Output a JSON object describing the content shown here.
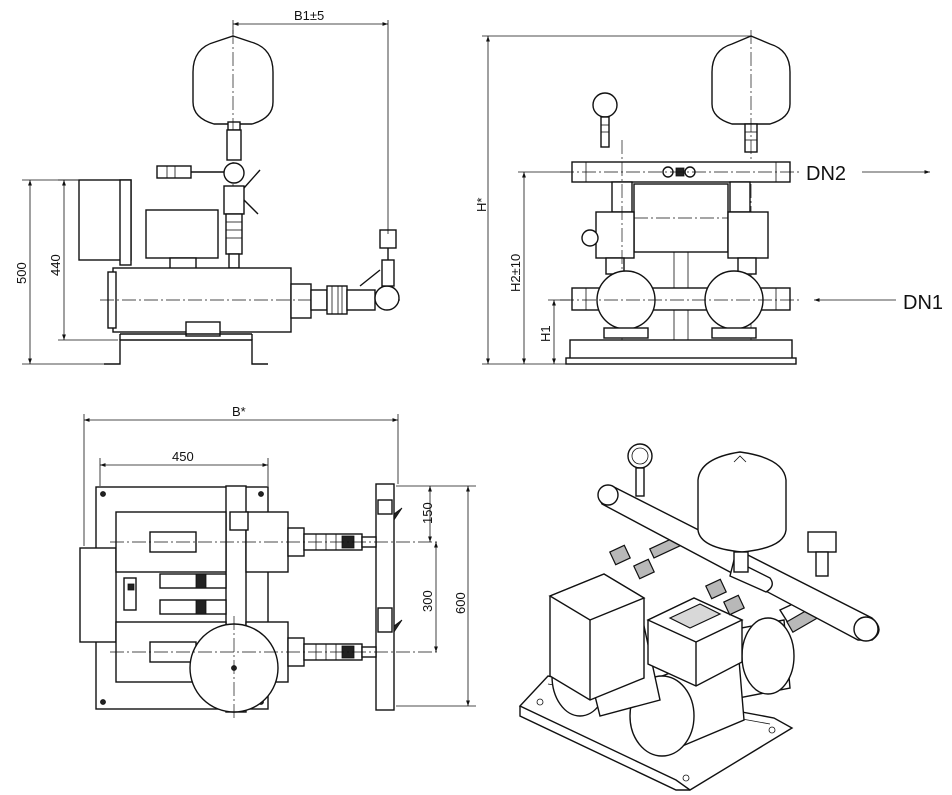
{
  "views": {
    "side": {
      "dim_b1": "B1±5",
      "dim_500": "500",
      "dim_440": "440"
    },
    "front": {
      "dim_h": "H*",
      "dim_h2": "H2±10",
      "dim_h1": "H1",
      "outlet": "DN2",
      "inlet": "DN1"
    },
    "top": {
      "dim_b": "B*",
      "dim_450": "450",
      "dim_150": "150",
      "dim_300": "300",
      "dim_600": "600"
    }
  },
  "colors": {
    "line": "#111111",
    "background": "#ffffff"
  }
}
